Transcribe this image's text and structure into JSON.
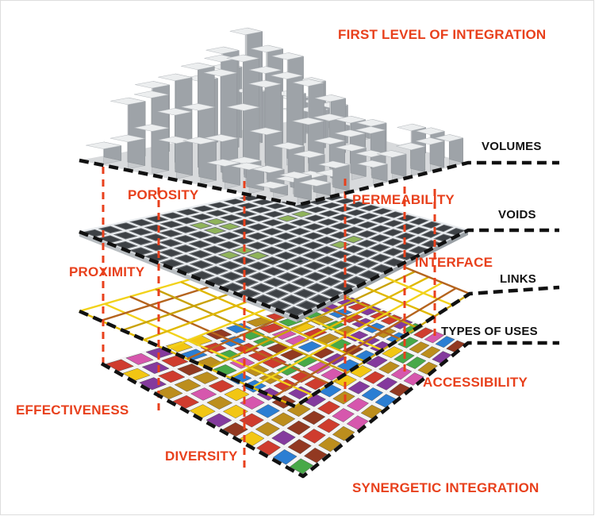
{
  "title_top": "FIRST LEVEL OF INTEGRATION",
  "title_bottom": "SYNERGETIC INTEGRATION",
  "layers": [
    "VOLUMES",
    "VOIDS",
    "LINKS",
    "TYPES OF USES"
  ],
  "qualities": {
    "porosity": "POROSITY",
    "permeability": "PERMEABILITY",
    "proximity": "PROXIMITY",
    "interface": "INTERFACE",
    "accessibility": "ACCESSIBILITY",
    "effectiveness": "EFFECTIVENESS",
    "diversity": "DIVERSITY"
  },
  "colors": {
    "accent_red": "#e8401c",
    "layer_black": "#111111",
    "use_colors": [
      "#7b2b96",
      "#b8860b",
      "#1a74d1",
      "#cc2d1e",
      "#f2c300",
      "#d44aa8",
      "#3aa33a",
      "#8a2a10"
    ]
  }
}
